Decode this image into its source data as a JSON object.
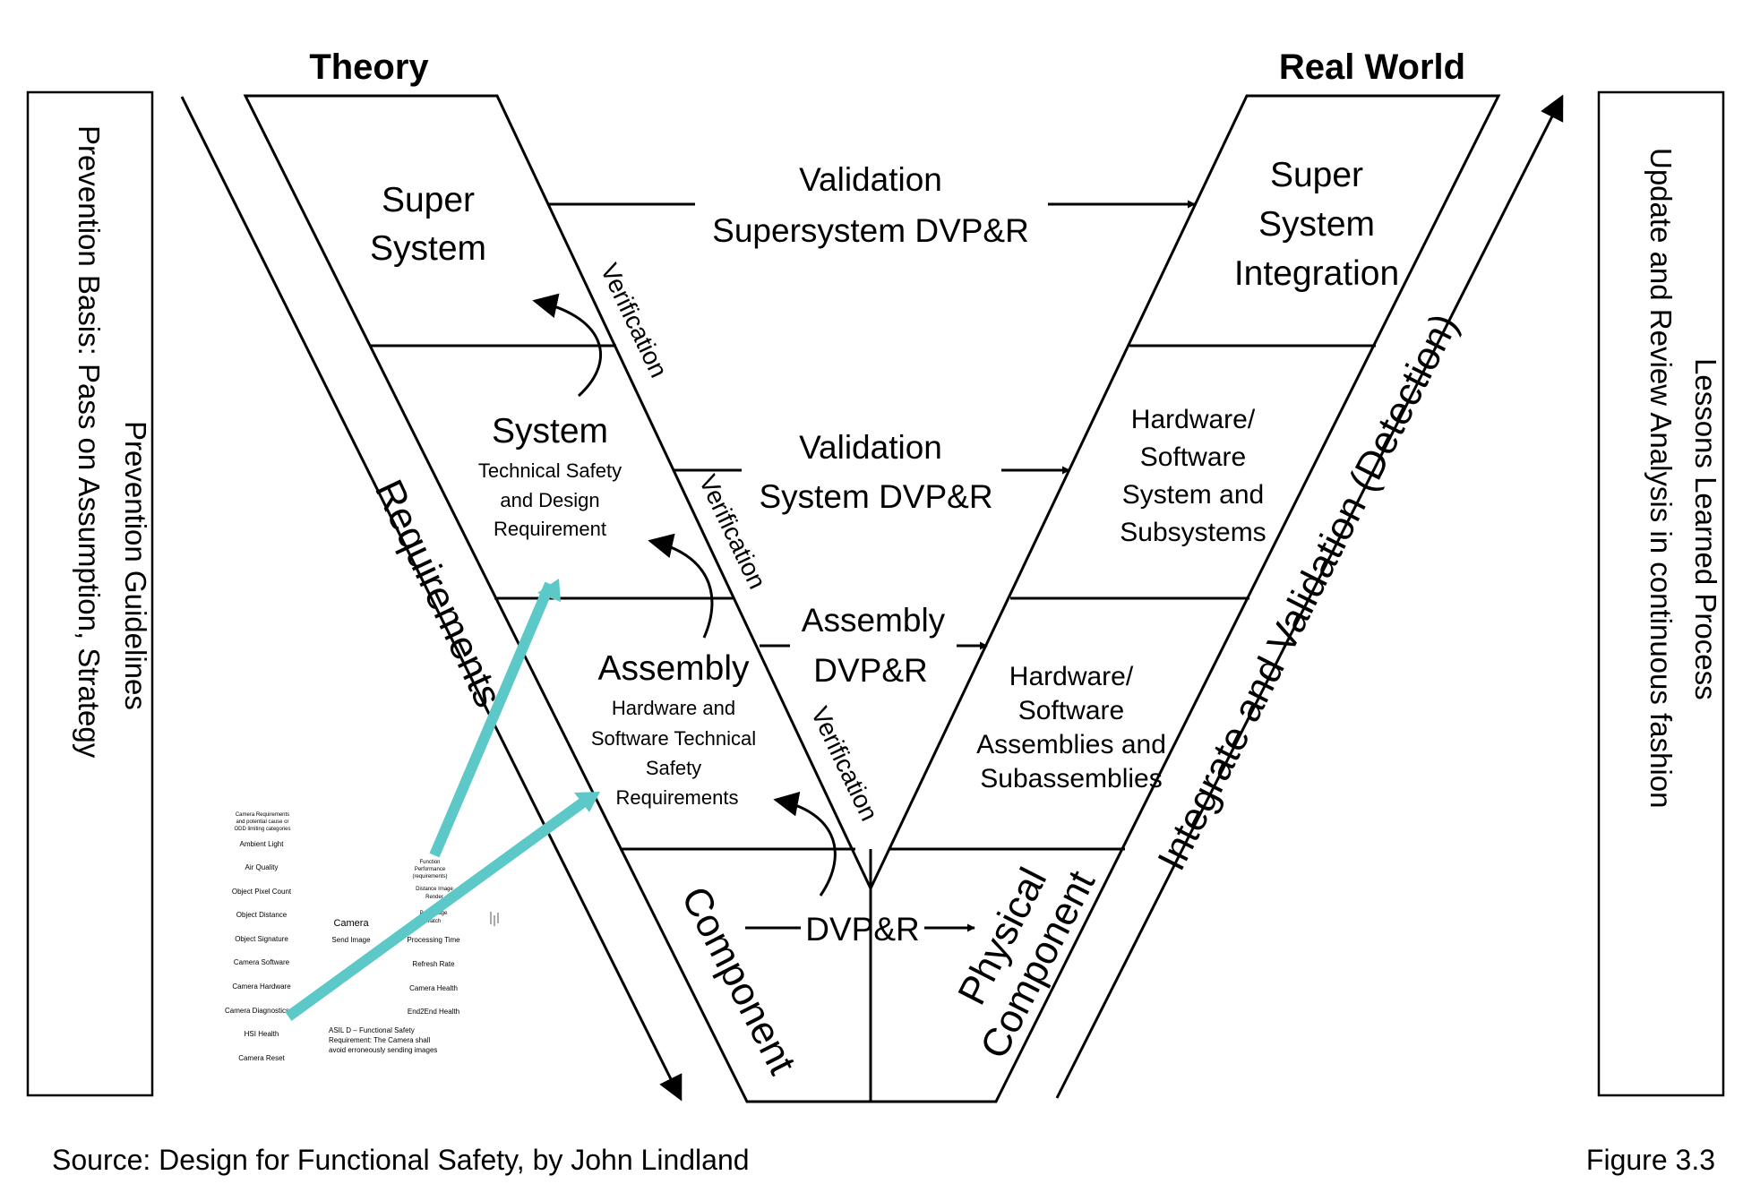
{
  "headers": {
    "theory": "Theory",
    "real_world": "Real World"
  },
  "left_stages": {
    "super_system": [
      "Super",
      "System"
    ],
    "system": {
      "title": "System",
      "detail": [
        "Technical Safety",
        "and Design",
        "Requirement"
      ]
    },
    "assembly": {
      "title": "Assembly",
      "detail": [
        "Hardware and",
        "Software Technical",
        "Safety",
        "Requirements"
      ]
    },
    "component": "Component"
  },
  "right_stages": {
    "super_system_integration": [
      "Super",
      "System",
      "Integration"
    ],
    "hw_sw_system": [
      "Hardware/",
      "Software",
      "System and",
      "Subsystems"
    ],
    "hw_sw_assembly": [
      "Hardware/",
      "Software",
      "Assemblies and",
      "Subassemblies"
    ],
    "physical_component": [
      "Physical",
      "Component"
    ]
  },
  "validation_links": {
    "supersystem": [
      "Validation",
      "Supersystem DVP&R"
    ],
    "system": [
      "Validation",
      "System DVP&R"
    ],
    "assembly": [
      "Assembly",
      "DVP&R"
    ],
    "component": "DVP&R"
  },
  "verification_label": "Verification",
  "diagonal_labels": {
    "requirements": "Requirements",
    "integrate_validate": "Integrate and Validation (Detection)"
  },
  "side_boxes": {
    "left_column_1": "Prevention Basis: Pass on Assumption, Strategy",
    "left_column_2": "Prevention Guidelines",
    "right_column_1": "Update and Review Analysis in continuous fashion",
    "right_column_2": "Lessons Learned Process"
  },
  "inset": {
    "header": [
      "Camera Requirements",
      "and potential cause or",
      "ODD limiting categories"
    ],
    "categories": [
      "Ambient Light",
      "Air Quality",
      "Object Pixel Count",
      "Object Distance",
      "Object Signature",
      "Camera Software",
      "Camera Hardware",
      "Camera Diagnostics",
      "HSI Health",
      "Camera Reset"
    ],
    "camera_label": "Camera",
    "camera_items": [
      "Send Image"
    ],
    "func_header": [
      "Function",
      "Performance",
      "(requirements)"
    ],
    "func_items": [
      "Distance Image",
      "Render",
      "Percentage",
      "Match",
      "Processing Time",
      "Refresh Rate",
      "Camera Health",
      "End2End Health"
    ],
    "asil_note": [
      "ASIL D – Functional Safety",
      "Requirement: The Camera shall",
      "avoid erroneously sending images"
    ]
  },
  "footer": {
    "source": "Source: Design for Functional Safety, by John Lindland",
    "figure": "Figure 3.3"
  }
}
